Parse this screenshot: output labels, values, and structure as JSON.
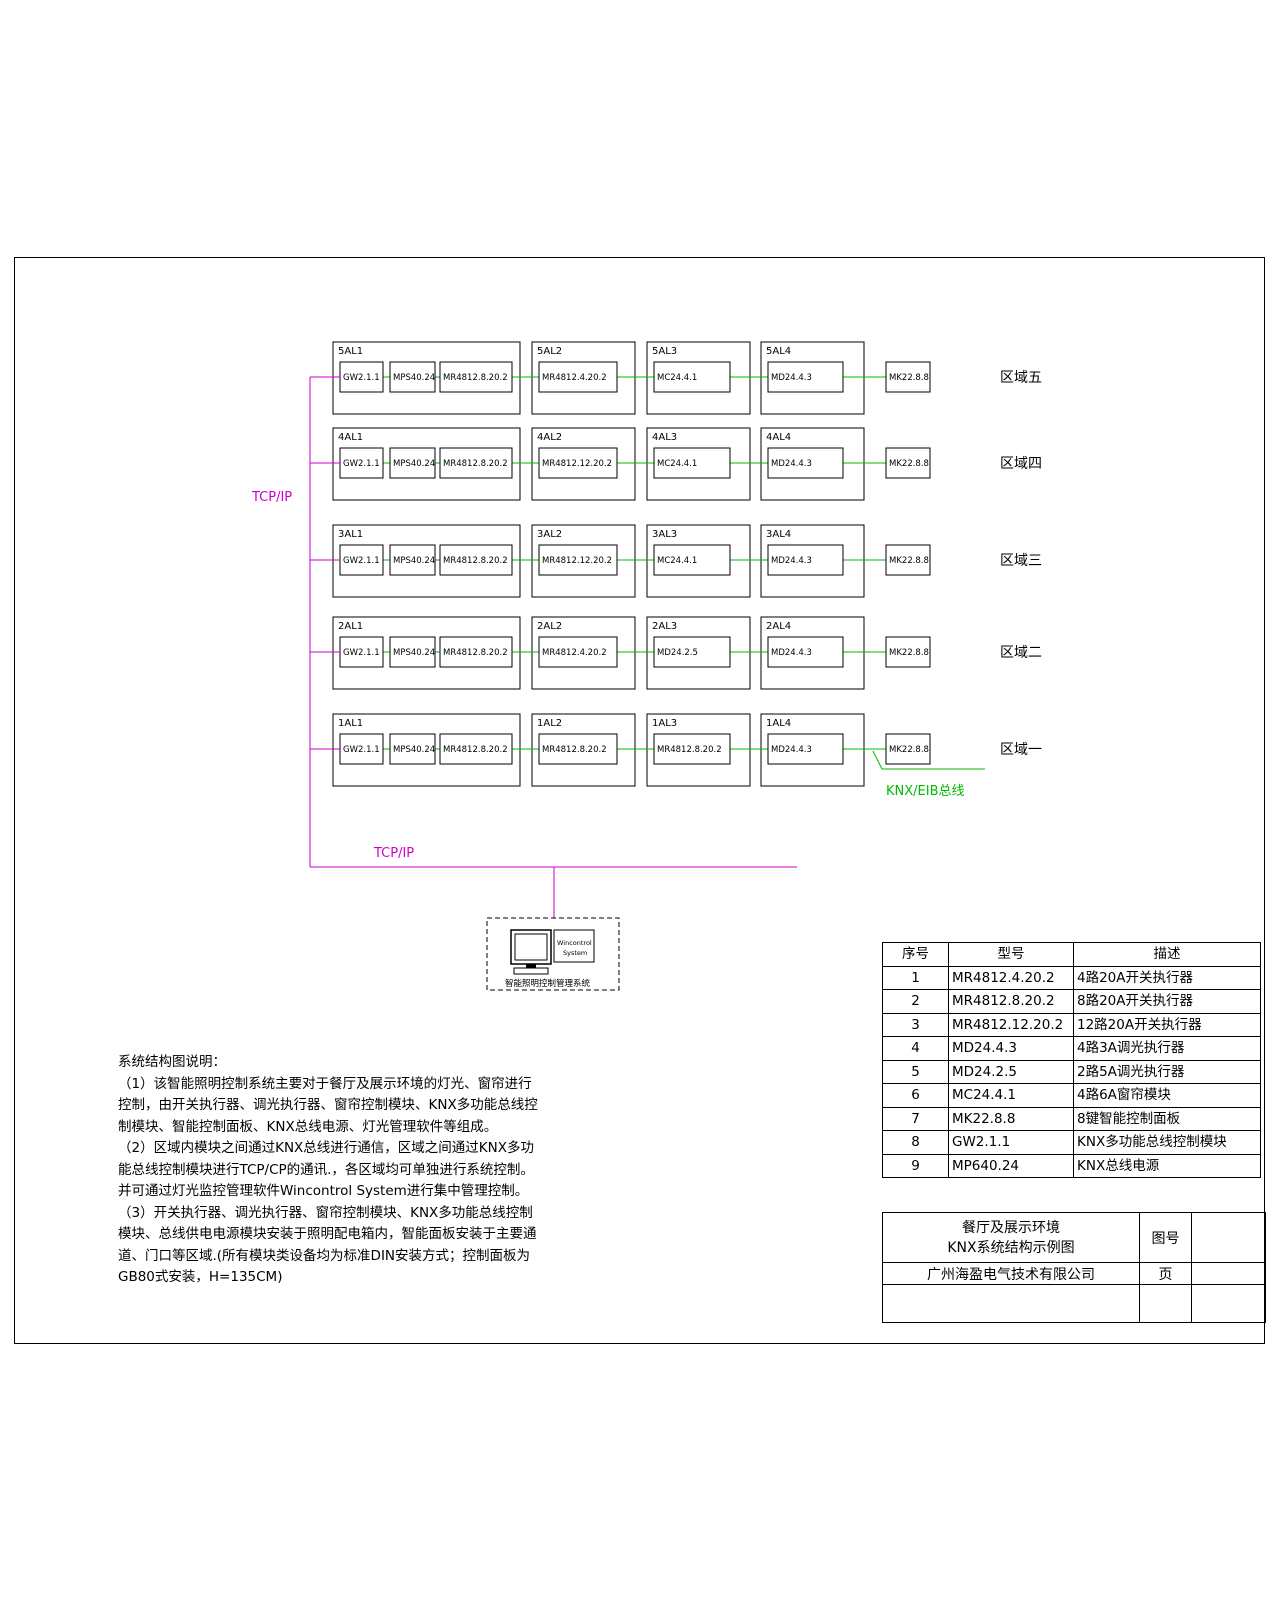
{
  "diagram": {
    "network_label_top": "TCP/IP",
    "network_label_bottom": "TCP/IP",
    "bus_label": "KNX/EIB总线",
    "workstation": {
      "screen_text_1": "Wincontrol",
      "screen_text_2": "System",
      "caption": "智能照明控制管理系统"
    },
    "zones": [
      {
        "name": "区域五",
        "panels": [
          "5AL1",
          "5AL2",
          "5AL3",
          "5AL4"
        ],
        "modules": [
          "GW2.1.1",
          "MPS40.24",
          "MR4812.8.20.2",
          "MR4812.4.20.2",
          "MC24.4.1",
          "MD24.4.3",
          "MK22.8.8"
        ]
      },
      {
        "name": "区域四",
        "panels": [
          "4AL1",
          "4AL2",
          "4AL3",
          "4AL4"
        ],
        "modules": [
          "GW2.1.1",
          "MPS40.24",
          "MR4812.8.20.2",
          "MR4812.12.20.2",
          "MC24.4.1",
          "MD24.4.3",
          "MK22.8.8"
        ]
      },
      {
        "name": "区域三",
        "panels": [
          "3AL1",
          "3AL2",
          "3AL3",
          "3AL4"
        ],
        "modules": [
          "GW2.1.1",
          "MPS40.24",
          "MR4812.8.20.2",
          "MR4812.12.20.2",
          "MC24.4.1",
          "MD24.4.3",
          "MK22.8.8"
        ]
      },
      {
        "name": "区域二",
        "panels": [
          "2AL1",
          "2AL2",
          "2AL3",
          "2AL4"
        ],
        "modules": [
          "GW2.1.1",
          "MPS40.24",
          "MR4812.8.20.2",
          "MR4812.4.20.2",
          "MD24.2.5",
          "MD24.4.3",
          "MK22.8.8"
        ]
      },
      {
        "name": "区域一",
        "panels": [
          "1AL1",
          "1AL2",
          "1AL3",
          "1AL4"
        ],
        "modules": [
          "GW2.1.1",
          "MPS40.24",
          "MR4812.8.20.2",
          "MR4812.8.20.2",
          "MR4812.8.20.2",
          "MD24.4.3",
          "MK22.8.8"
        ]
      }
    ],
    "colors": {
      "tcpip": "#cc00cc",
      "knx": "#00bb00",
      "line": "#000000"
    }
  },
  "notes": {
    "lines": [
      "系统结构图说明：",
      "（1）该智能照明控制系统主要对于餐厅及展示环境的灯光、窗帘进行",
      "控制，由开关执行器、调光执行器、窗帘控制模块、KNX多功能总线控",
      "制模块、智能控制面板、KNX总线电源、灯光管理软件等组成。",
      "（2）区域内模块之间通过KNX总线进行通信，区域之间通过KNX多功",
      "能总线控制模块进行TCP/CP的通讯.，各区域均可单独进行系统控制。",
      "并可通过灯光监控管理软件Wincontrol System进行集中管理控制。",
      "（3）开关执行器、调光执行器、窗帘控制模块、KNX多功能总线控制",
      "模块、总线供电电源模块安装于照明配电箱内，智能面板安装于主要通",
      "道、门口等区域.(所有模块类设备均为标准DIN安装方式；控制面板为",
      "GB80式安装，H=135CM)"
    ]
  },
  "device_table": {
    "headers": [
      "序号",
      "型号",
      "描述"
    ],
    "rows": [
      [
        "1",
        "MR4812.4.20.2",
        "4路20A开关执行器"
      ],
      [
        "2",
        "MR4812.8.20.2",
        "8路20A开关执行器"
      ],
      [
        "3",
        "MR4812.12.20.2",
        "12路20A开关执行器"
      ],
      [
        "4",
        "MD24.4.3",
        "4路3A调光执行器"
      ],
      [
        "5",
        "MD24.2.5",
        "2路5A调光执行器"
      ],
      [
        "6",
        "MC24.4.1",
        "4路6A窗帘模块"
      ],
      [
        "7",
        "MK22.8.8",
        "8键智能控制面板"
      ],
      [
        "8",
        "GW2.1.1",
        "KNX多功能总线控制模块"
      ],
      [
        "9",
        "MP640.24",
        "KNX总线电源"
      ]
    ]
  },
  "title_block": {
    "title_line1": "餐厅及展示环境",
    "title_line2": "KNX系统结构示例图",
    "drawing_no_label": "图号",
    "company": "广州海盈电气技术有限公司",
    "page_label": "页"
  }
}
